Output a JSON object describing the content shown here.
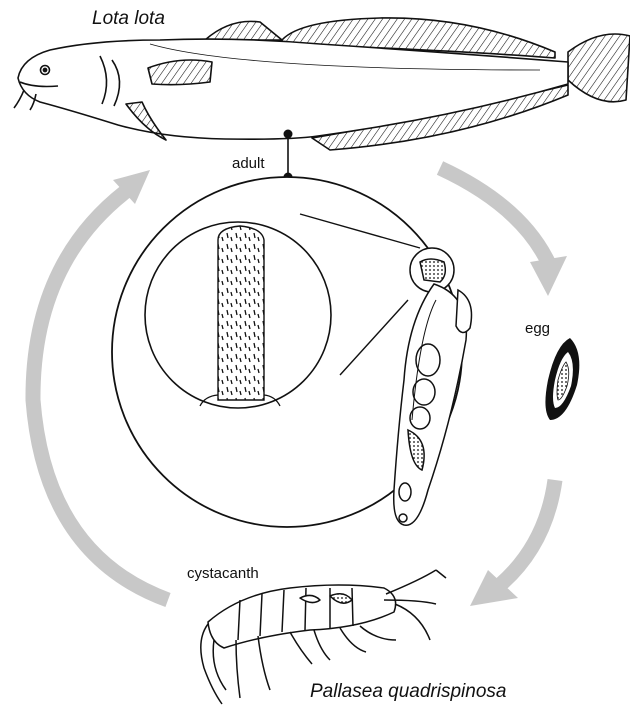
{
  "labels": {
    "definitive_host": "Lota lota",
    "adult": "adult",
    "egg": "egg",
    "cystacanth": "cystacanth",
    "intermediate_host": "Pallasea quadrispinosa"
  },
  "colors": {
    "arrow": "#c8c8c8",
    "line": "#111111",
    "background": "#ffffff"
  },
  "figures": {
    "definitive_host_icon": "burbot-fish-drawing",
    "adult_icon": "adult-acanthocephalan-worm",
    "proboscis_icon": "proboscis-detail",
    "egg_icon": "acanthor-egg",
    "intermediate_host_icon": "amphipod-drawing"
  }
}
